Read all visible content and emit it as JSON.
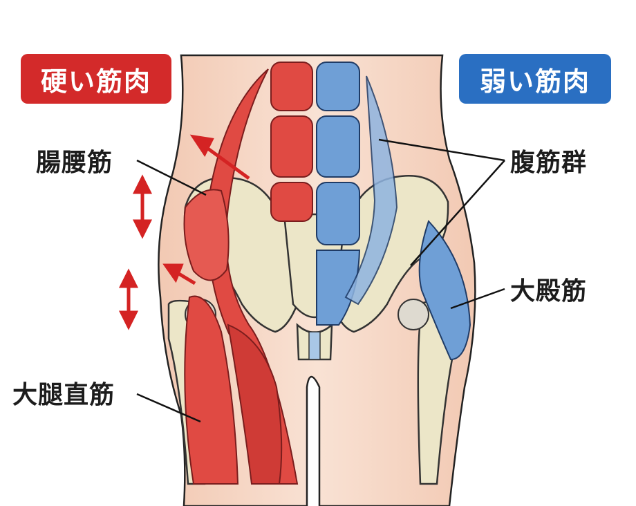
{
  "badges": {
    "stiff": "硬い筋肉",
    "weak": "弱い筋肉"
  },
  "labels": {
    "iliopsoas": "腸腰筋",
    "rectus_femoris": "大腿直筋",
    "abdominals": "腹筋群",
    "gluteus_maximus": "大殿筋"
  },
  "colors": {
    "stiff": "#d32a2a",
    "weak": "#2a6fc2",
    "skin": "#f4d4c0",
    "bone": "#ece6c8"
  }
}
